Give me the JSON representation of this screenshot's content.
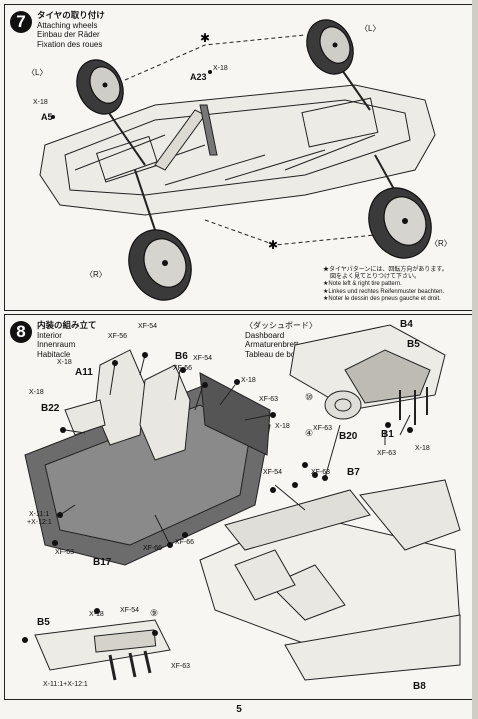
{
  "step7": {
    "number": "7",
    "title_jp": "タイヤの取り付け",
    "title_en": "Attaching wheels",
    "title_de": "Einbau der Räder",
    "title_fr": "Fixation des roues",
    "labels": {
      "l_top": "〈L〉",
      "l_left": "〈L〉",
      "r_right": "〈R〉",
      "r_bottom": "〈R〉",
      "a23": "A23",
      "x18_a": "X-18",
      "x18_b": "X-18",
      "a5": "A5"
    },
    "notes": [
      "★タイヤパターンには、回転方向があります。",
      "図をよく見てとりつけて下さい。",
      "★Note left & right tire pattern.",
      "★Linkes und rechtes Reifenmuster beachten.",
      "★Noter le dessin des pneus gauche et droit."
    ]
  },
  "step8": {
    "number": "8",
    "title_jp": "内装の組み立て",
    "title_en": "Interior",
    "title_de": "Innenraum",
    "title_fr": "Habitacle",
    "dash_title_jp": "〈ダッシュボード〉",
    "dash_title_en": "Dashboard",
    "dash_title_de": "Armaturenbrett",
    "dash_title_fr": "Tableau de bord",
    "labels": {
      "xf56a": "XF-56",
      "xf54a": "XF-54",
      "x18a": "X-18",
      "a11": "A11",
      "b6": "B6",
      "xf54b": "XF-54",
      "xf56b": "XF-56",
      "x18b": "X-18",
      "xf63a": "XF-63",
      "x18c": "X-18",
      "b22": "B22",
      "x18d": "X-18",
      "x111": "X-11:1",
      "x121": "+X-12:1",
      "xf63b": "XF-63",
      "xf66a": "XF-66",
      "xf66b": "XF-66",
      "b17": "B17",
      "b4": "B4",
      "b5a": "B5",
      "n10": "⑩",
      "n4": "④",
      "xf63c": "XF-63",
      "b20": "B20",
      "b1": "B1",
      "xf63d": "XF-63",
      "x18e": "X-18",
      "xf54c": "XF-54",
      "xf63e": "XF-63",
      "b7": "B7",
      "b5b": "B5",
      "x18f": "X-18",
      "xf54d": "XF-54",
      "n9": "⑨",
      "xf63f": "XF-63",
      "mix": "X-11:1+X-12:1",
      "b8": "B8"
    }
  },
  "page_number": "5"
}
